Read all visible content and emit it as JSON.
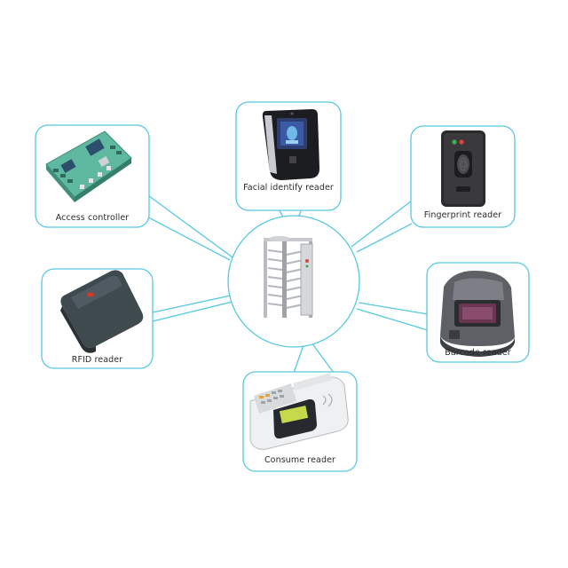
{
  "diagram": {
    "line_color": "#56c8e2",
    "center": {
      "label": ""
    },
    "nodes": {
      "access_controller": {
        "label": "Access controller"
      },
      "facial_reader": {
        "label": "Facial identify reader"
      },
      "fingerprint_reader": {
        "label": "Fingerprint reader"
      },
      "rfid_reader": {
        "label": "RFID reader"
      },
      "barcode_reader": {
        "label": "Barcode reader"
      },
      "consume_reader": {
        "label": "Consume reader"
      }
    }
  }
}
